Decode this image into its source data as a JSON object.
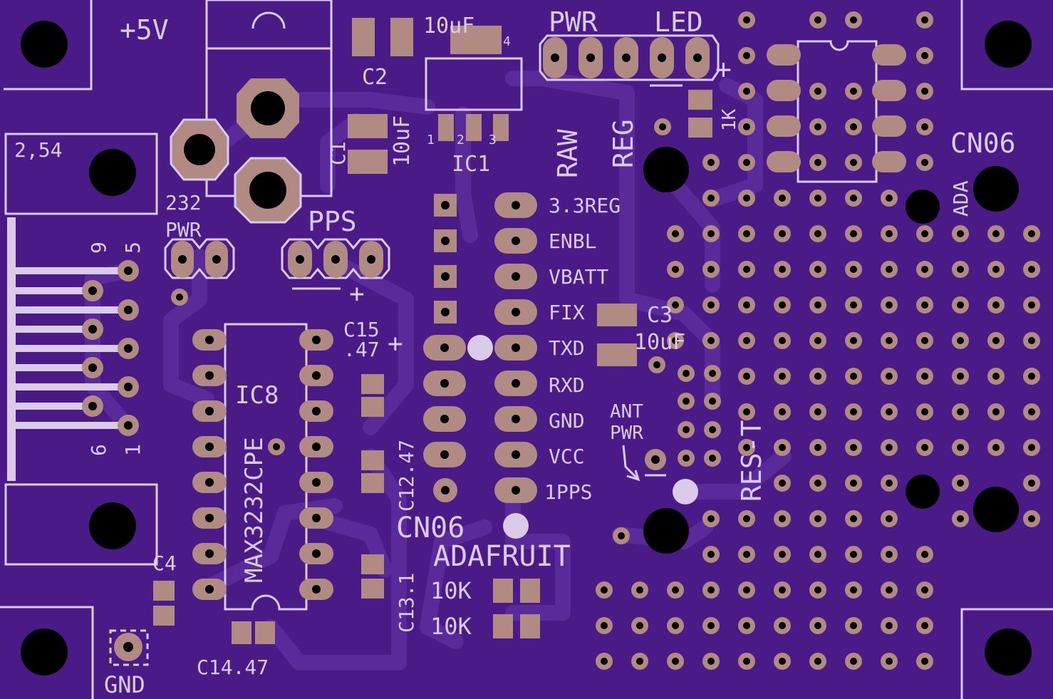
{
  "board": {
    "colors": {
      "board": "#4a1b86",
      "trace": "#5a2a9a",
      "silk": "#d9cbe9",
      "copper": "#b08a83",
      "drill": "#000000"
    },
    "labels": {
      "plus5v": "+5V",
      "c2_value": "10uF",
      "c2": "C2",
      "c1": "C1",
      "c1_value": "10uF",
      "ic1": "IC1",
      "ic1_pin1": "1",
      "ic1_pin2": "2",
      "ic1_pin3": "3",
      "ic1_pin4": "4",
      "pwr_led_pwr": "PWR",
      "pwr_led_led": "LED",
      "raw": "RAW",
      "reg": "REG",
      "r_1k": "1K",
      "cn06_right": "CN06",
      "ada_right": "ADA",
      "pitch": "2,54",
      "pwr232_a": "232",
      "pwr232_b": "PWR",
      "pps": "PPS",
      "db9_9": "9",
      "db9_5": "5",
      "db9_6": "6",
      "db9_1": "1",
      "c15": "C15",
      "c15_value": ".47",
      "ic8": "IC8",
      "max": "MAX3232CPE",
      "c12": "C12.47",
      "c13": "C13.1",
      "c14": "C14.47",
      "c4": "C4",
      "gnd": "GND",
      "cn06_mid": "CN06",
      "adafruit": "ADAFRUIT",
      "r10k_a": "10K",
      "r10k_b": "10K",
      "c3": "C3",
      "c3_value": "10uF",
      "ant": "ANT",
      "ant_pwr": "PWR",
      "res_t": "RES-T"
    },
    "gps_pins": [
      "3.3REG",
      "ENBL",
      "VBATT",
      "FIX",
      "TXD",
      "RXD",
      "GND",
      "VCC",
      "1PPS"
    ]
  }
}
